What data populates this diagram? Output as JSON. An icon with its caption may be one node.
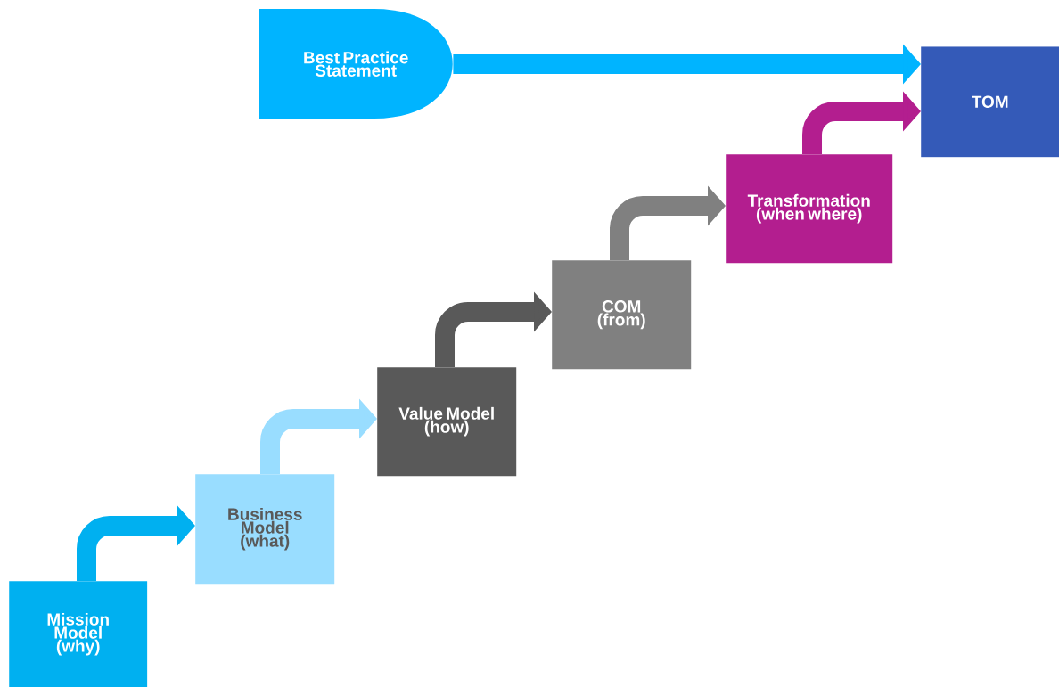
{
  "diagram": {
    "nodes": [
      {
        "text": [
          "Best Practice Statement"
        ]
      },
      {
        "text": [
          "TOM"
        ]
      },
      {
        "text": [
          "Transformation (when where)"
        ]
      },
      {
        "text": [
          "COM (from)"
        ]
      },
      {
        "text": [
          "Value Model (how)"
        ]
      },
      {
        "text": [
          "Business Model (what)"
        ]
      },
      {
        "text": [
          "Mission Model (why)"
        ]
      }
    ],
    "edges": [
      {
        "from": 0,
        "to": 1,
        "arrow": "to",
        "color": "#00b4ff"
      },
      {
        "from": 2,
        "to": 1,
        "arrow": "to",
        "color": "#b31e8f"
      },
      {
        "from": 3,
        "to": 2,
        "arrow": "to",
        "color": "#808080"
      },
      {
        "from": 4,
        "to": 3,
        "arrow": "to",
        "color": "#595959"
      },
      {
        "from": 5,
        "to": 4,
        "arrow": "to",
        "color": "#99ddff"
      },
      {
        "from": 6,
        "to": 5,
        "arrow": "to",
        "color": "#00b0f0"
      }
    ]
  }
}
